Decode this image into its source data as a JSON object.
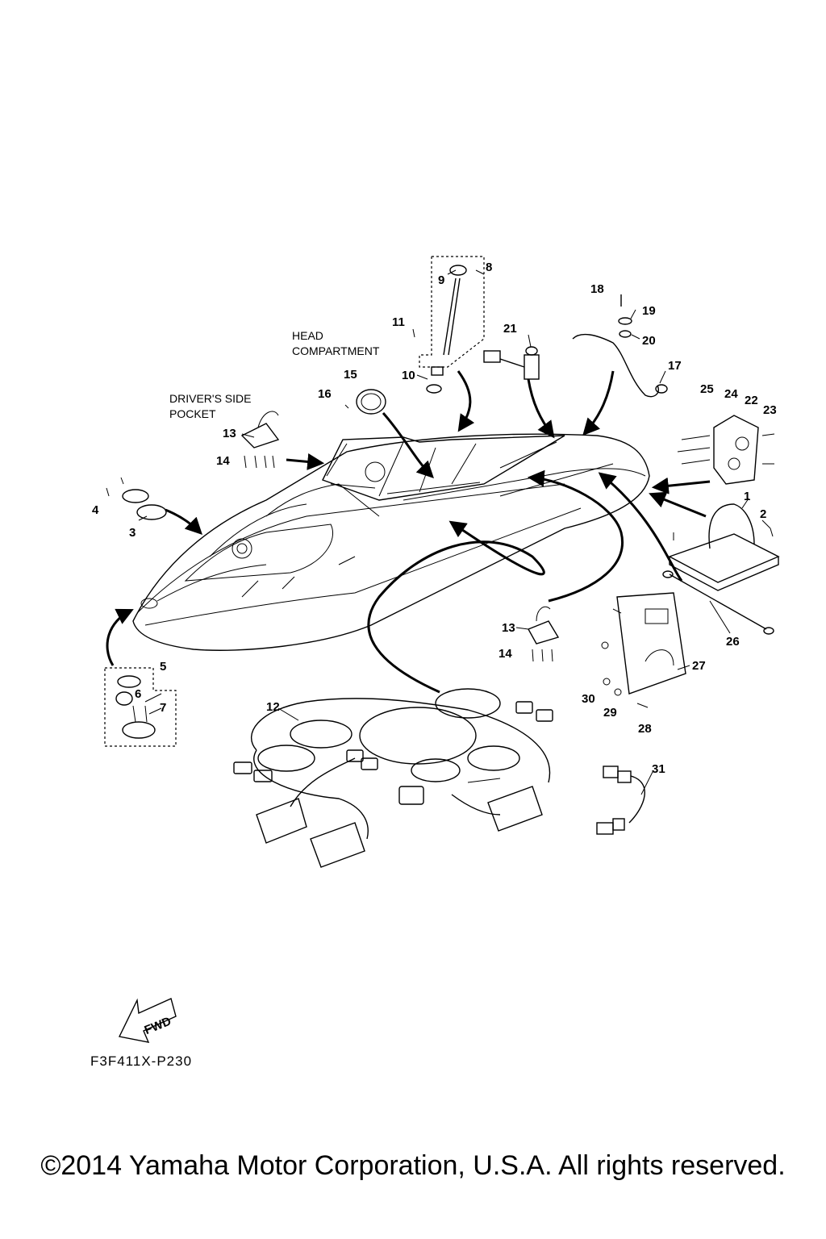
{
  "captions": {
    "head_compartment_line1": "HEAD",
    "head_compartment_line2": "COMPARTMENT",
    "drivers_pocket_line1": "DRIVER'S SIDE",
    "drivers_pocket_line2": "POCKET"
  },
  "fwd_label": "FWD",
  "callouts": [
    "1",
    "2",
    "3",
    "4",
    "5",
    "6",
    "7",
    "8",
    "9",
    "10",
    "11",
    "12",
    "13",
    "13",
    "14",
    "14",
    "15",
    "16",
    "17",
    "18",
    "19",
    "20",
    "21",
    "22",
    "23",
    "24",
    "25",
    "26",
    "27",
    "28",
    "29",
    "30",
    "31"
  ],
  "diagram_code": "F3F411X-P230",
  "copyright": "©2014 Yamaha Motor Corporation, U.S.A. All rights reserved."
}
